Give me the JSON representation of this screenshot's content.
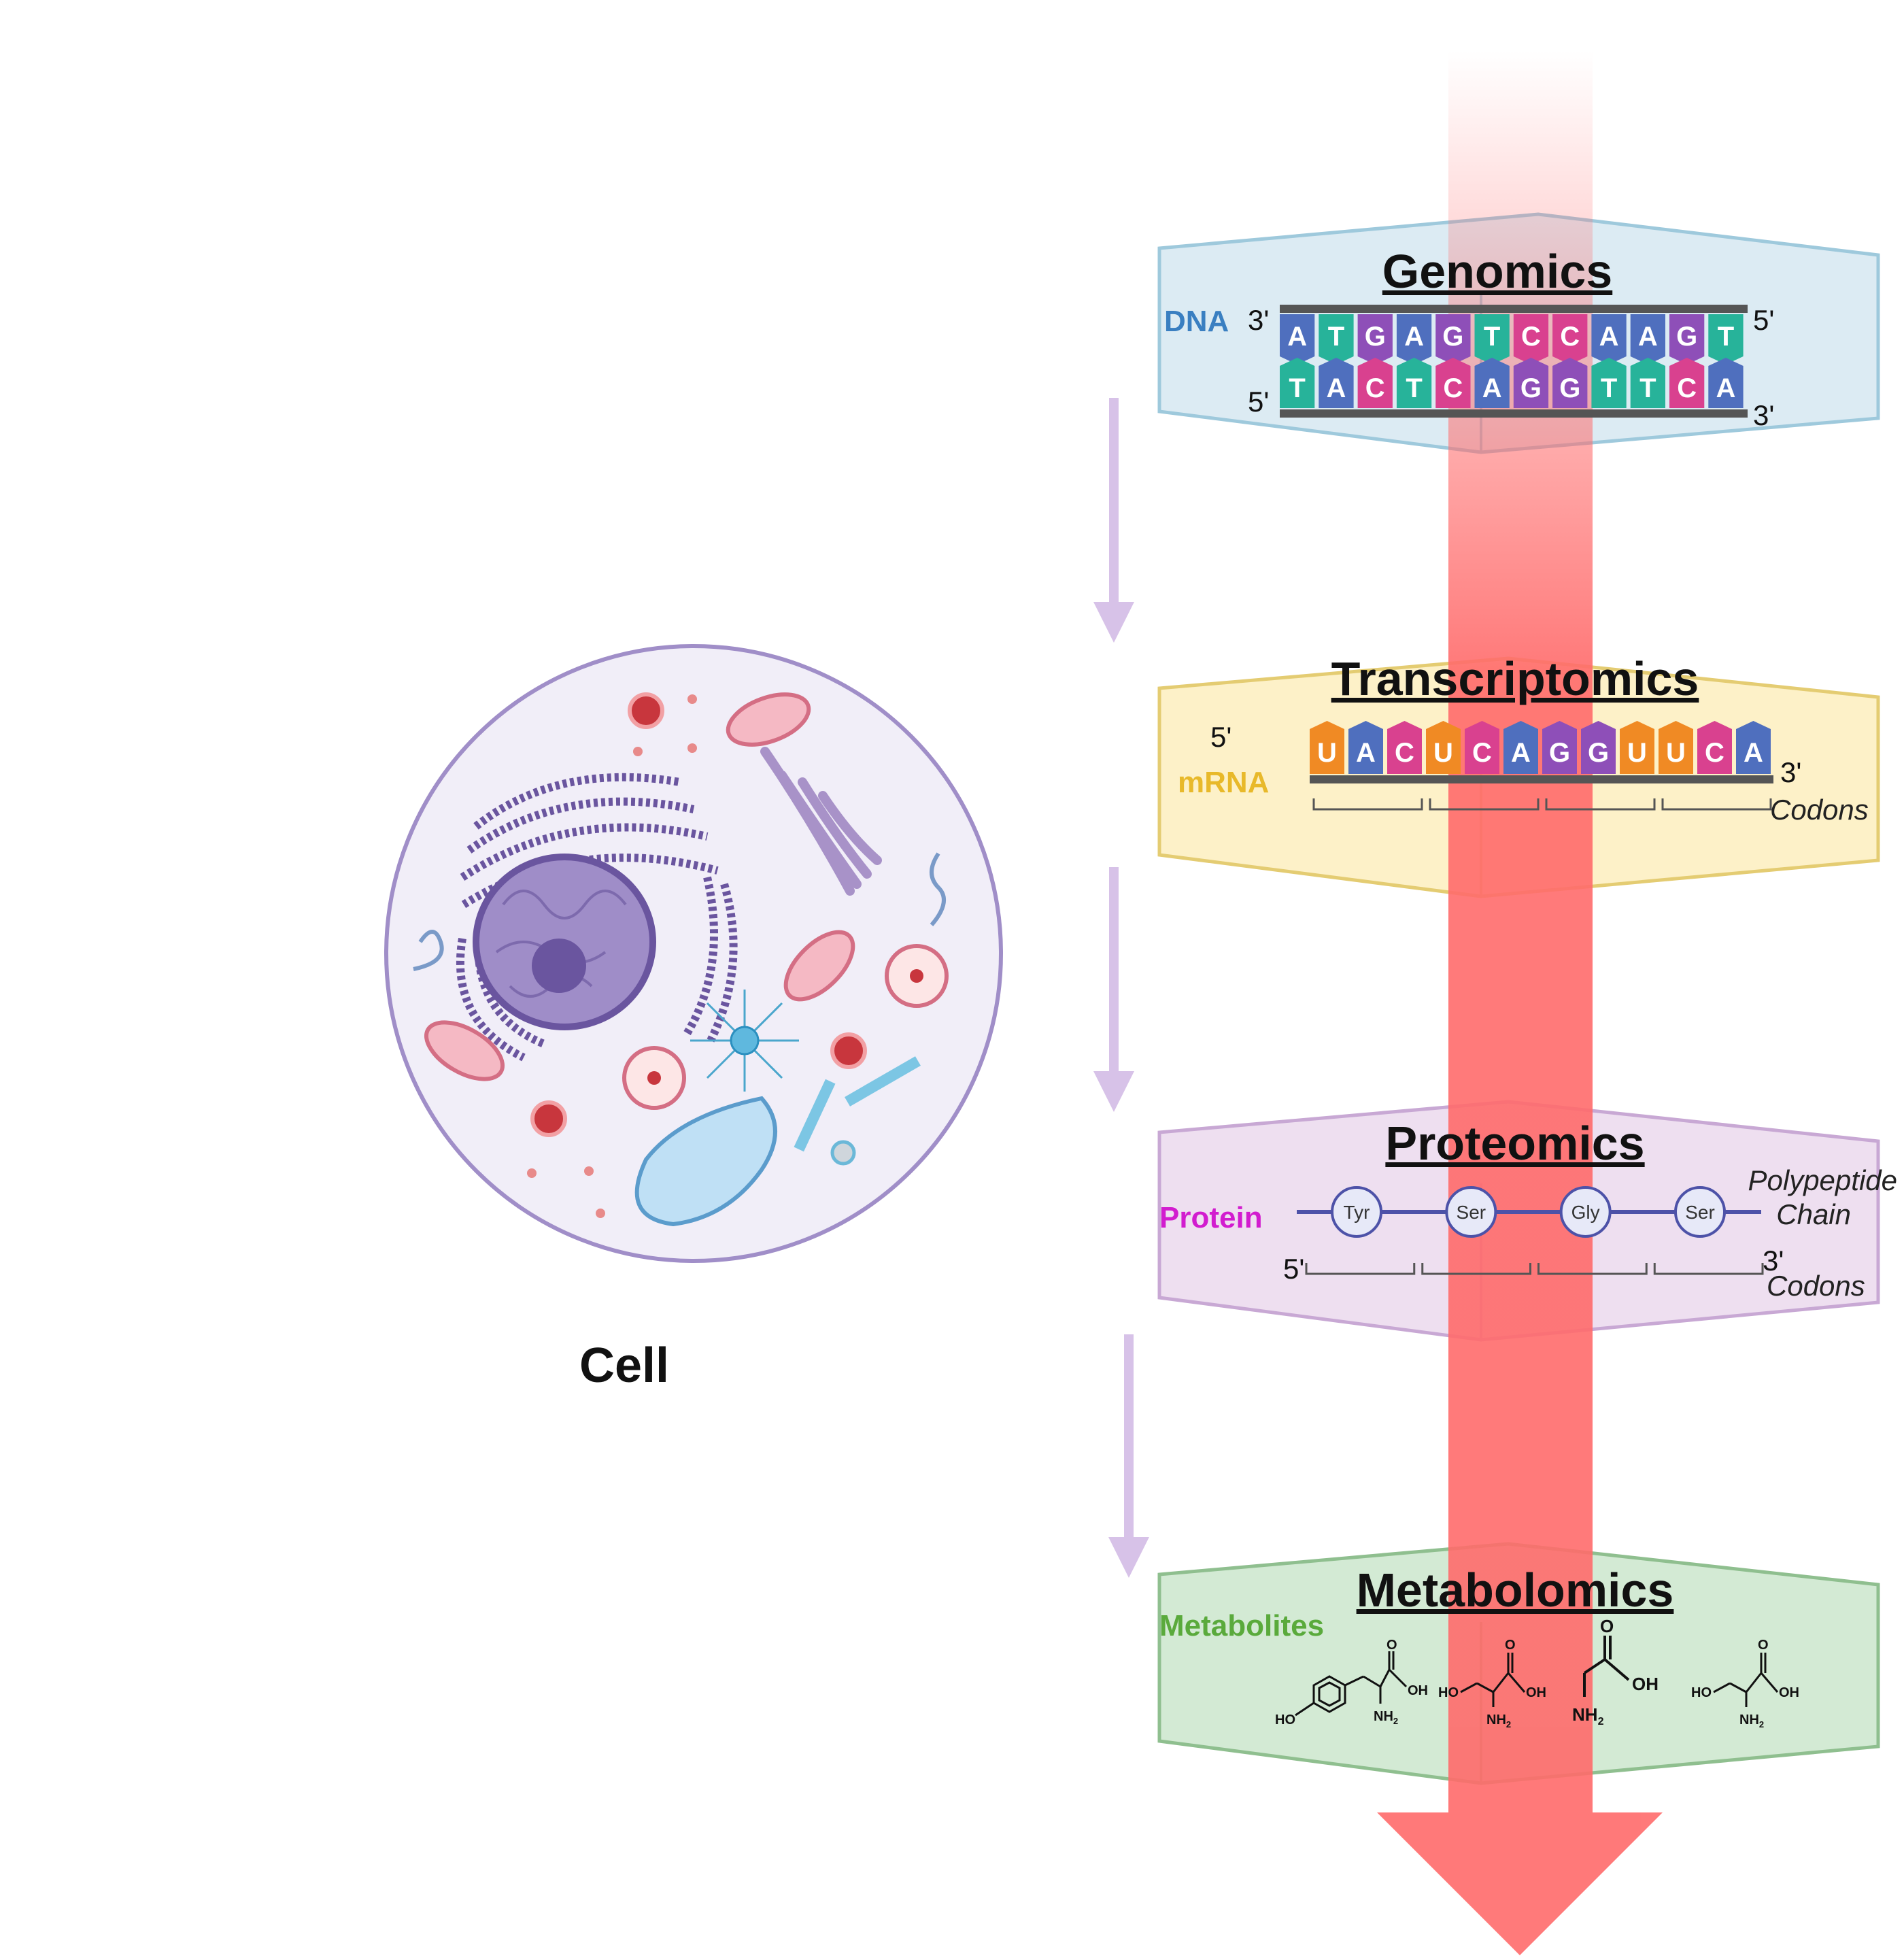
{
  "cell": {
    "label": "Cell"
  },
  "colors": {
    "main_arrow": "#ff6b6b",
    "step_arrow": "#d7c2e8",
    "genomics_box": "#dcebf3",
    "transcriptomics_box": "#fdf1c8",
    "proteomics_box": "#eedff0",
    "metabolomics_box": "#d3ead4",
    "dna_label": "#3a7fc1",
    "mrna_label": "#e8b92a",
    "protein_label": "#d21ccf",
    "metabolites_label": "#5aaa3c",
    "A": "#4f6fbe",
    "T": "#27b39a",
    "G": "#8e4fb8",
    "C": "#d9418f",
    "U": "#f08a24"
  },
  "genomics": {
    "title": "Genomics",
    "label": "DNA",
    "top_strand": {
      "left_end": "3'",
      "right_end": "5'",
      "bases": [
        "A",
        "T",
        "G",
        "A",
        "G",
        "T",
        "C",
        "C",
        "A",
        "A",
        "G",
        "T"
      ]
    },
    "bottom_strand": {
      "left_end": "5'",
      "right_end": "3'",
      "bases": [
        "T",
        "A",
        "C",
        "T",
        "C",
        "A",
        "G",
        "G",
        "T",
        "T",
        "C",
        "A"
      ]
    }
  },
  "transcriptomics": {
    "title": "Transcriptomics",
    "label": "mRNA",
    "left_end": "5'",
    "right_end": "3'",
    "bases": [
      "U",
      "A",
      "C",
      "U",
      "C",
      "A",
      "G",
      "G",
      "U",
      "U",
      "C",
      "A"
    ],
    "codons_label": "Codons"
  },
  "proteomics": {
    "title": "Proteomics",
    "label": "Protein",
    "chain_label_line1": "Polypeptide",
    "chain_label_line2": "Chain",
    "amino_acids": [
      "Tyr",
      "Ser",
      "Gly",
      "Ser"
    ],
    "left_end": "5'",
    "right_end": "3'",
    "codons_label": "Codons"
  },
  "metabolomics": {
    "title": "Metabolomics",
    "label": "Metabolites",
    "chem_labels": {
      "ho": "HO",
      "oh": "OH",
      "o": "O",
      "nh2": "NH",
      "sub2": "2"
    }
  }
}
